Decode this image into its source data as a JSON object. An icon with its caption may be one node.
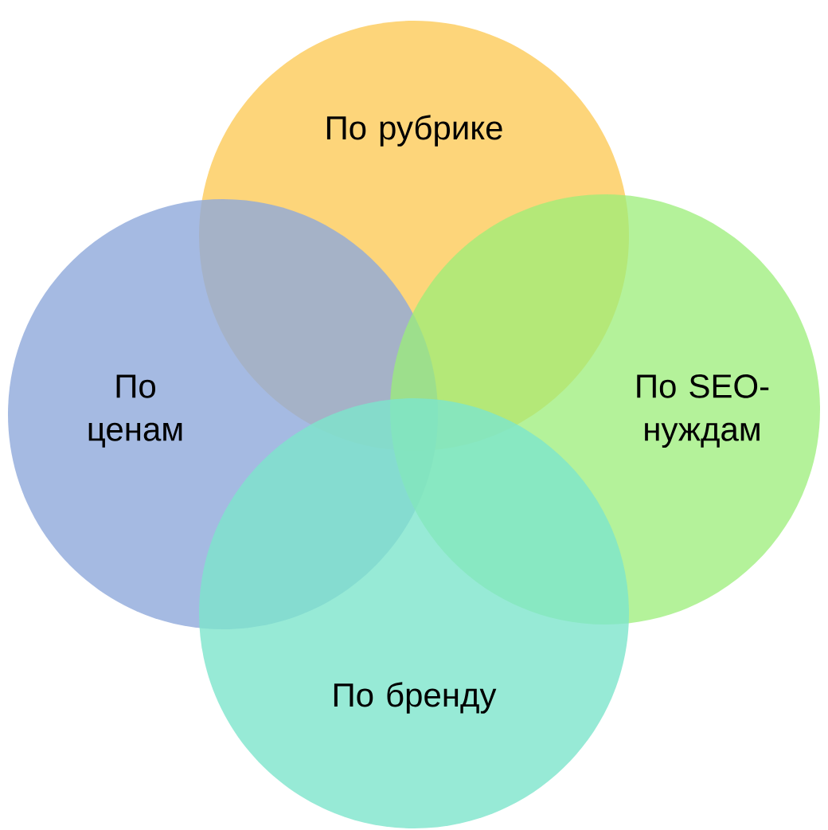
{
  "diagram": {
    "nodes": [
      {
        "text": [
          "По рубрике"
        ]
      },
      {
        "text": [
          "По ценам"
        ]
      },
      {
        "text": [
          "По SEO-нуждам"
        ]
      },
      {
        "text": [
          "По бренду"
        ]
      }
    ]
  }
}
